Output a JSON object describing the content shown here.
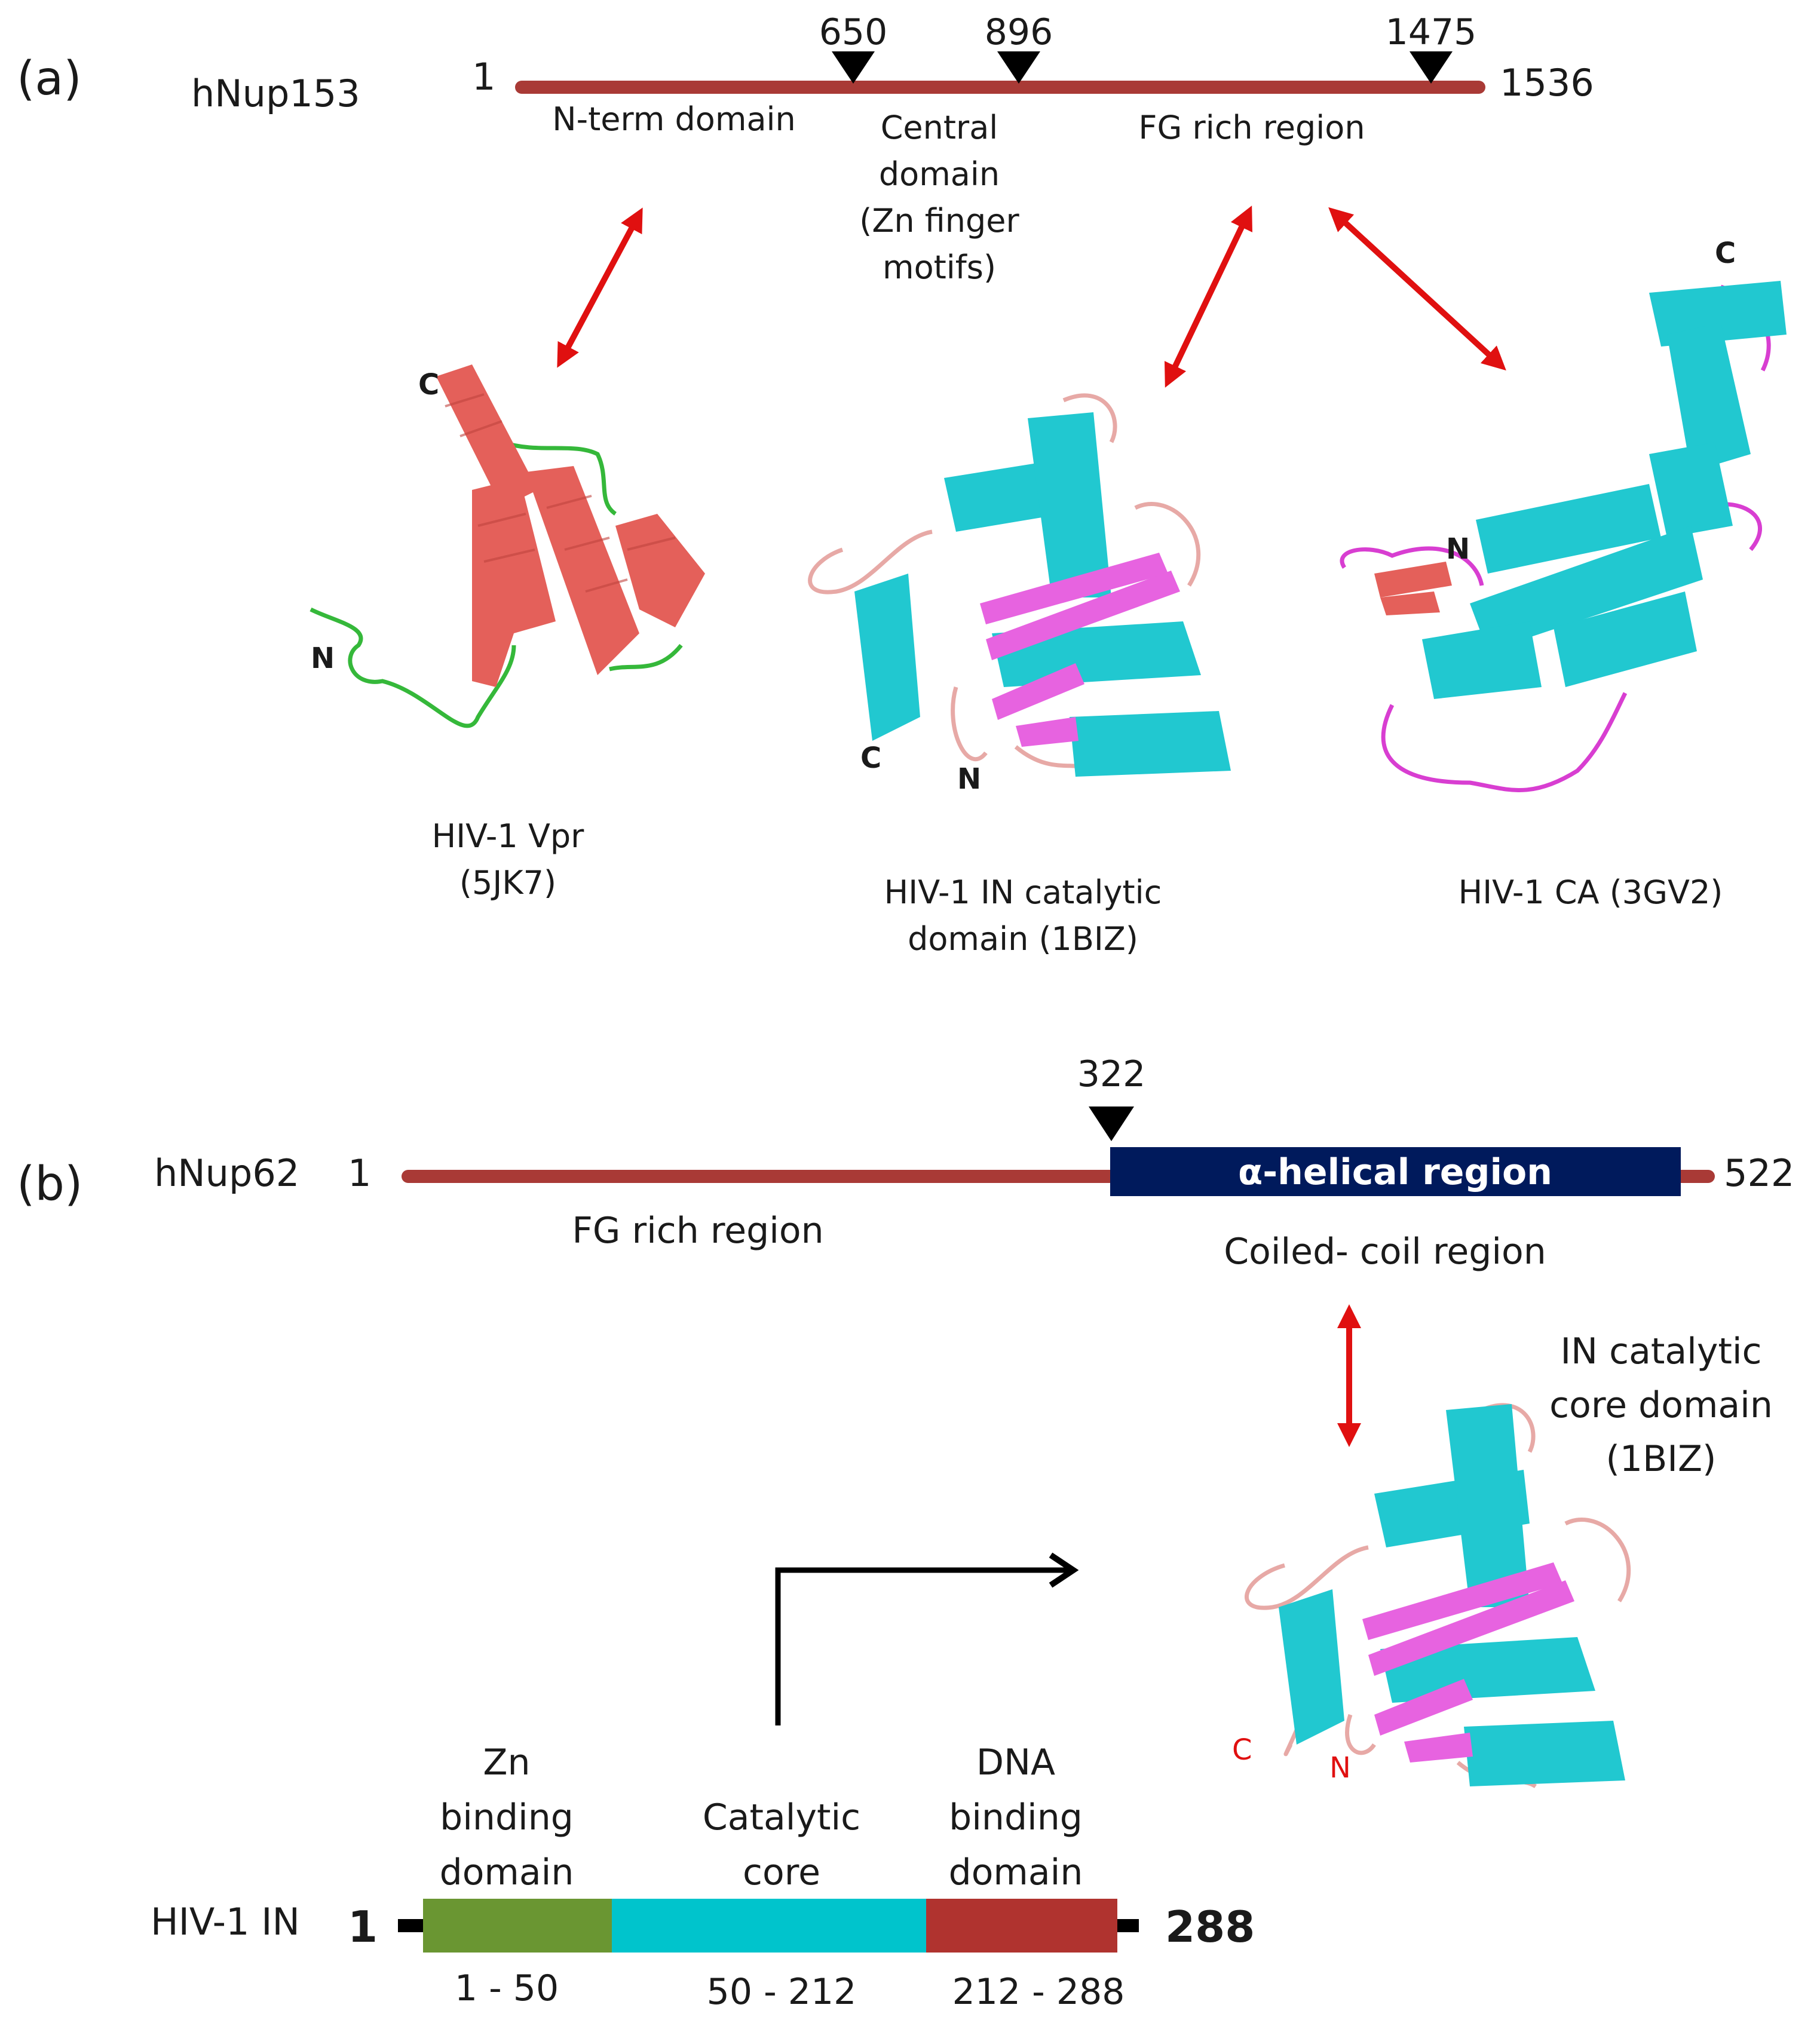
{
  "panel_a": {
    "label": "(a)",
    "protein": "hNup153",
    "start": "1",
    "end": "1536",
    "markers": [
      "650",
      "896",
      "1475"
    ],
    "domains": {
      "nterm": "N-term domain",
      "central": [
        "Central",
        "domain",
        "(Zn finger",
        "motifs)"
      ],
      "fg": "FG rich region"
    },
    "structures": {
      "vpr": [
        "HIV-1 Vpr",
        "(5JK7)"
      ],
      "in": [
        "HIV-1 IN catalytic",
        "domain (1BIZ)"
      ],
      "ca": "HIV-1 CA (3GV2)"
    },
    "terminus": {
      "c": "C",
      "n": "N"
    }
  },
  "panel_b": {
    "label": "(b)",
    "protein": "hNup62",
    "start": "1",
    "end": "522",
    "marker": "322",
    "helical_region": "α-helical region",
    "fg": "FG rich region",
    "coiled": "Coiled- coil region",
    "in_core": [
      "IN catalytic",
      "core domain",
      "(1BIZ)"
    ]
  },
  "hiv_in": {
    "protein": "HIV-1 IN",
    "start": "1",
    "end": "288",
    "domains": [
      {
        "lines": [
          "Zn",
          "binding",
          "domain"
        ],
        "range": "1 - 50"
      },
      {
        "lines": [
          "Catalytic",
          "core"
        ],
        "range": "50 - 212"
      },
      {
        "lines": [
          "DNA",
          "binding",
          "domain"
        ],
        "range": "212 - 288"
      }
    ]
  },
  "colors": {
    "chain": "#a93a36",
    "arrow": "#e01010",
    "helix_red": "#e4605a",
    "helix_cyan": "#21c8d0",
    "strand": "#e763e0",
    "loop_green": "#35b83a",
    "loop_pink": "#e7a9a6",
    "loop_magenta": "#d83ed1",
    "navy": "#001a5c",
    "zn_green": "#6a9632",
    "core_cyan": "#00c4cc",
    "dna_red": "#b0332f"
  }
}
